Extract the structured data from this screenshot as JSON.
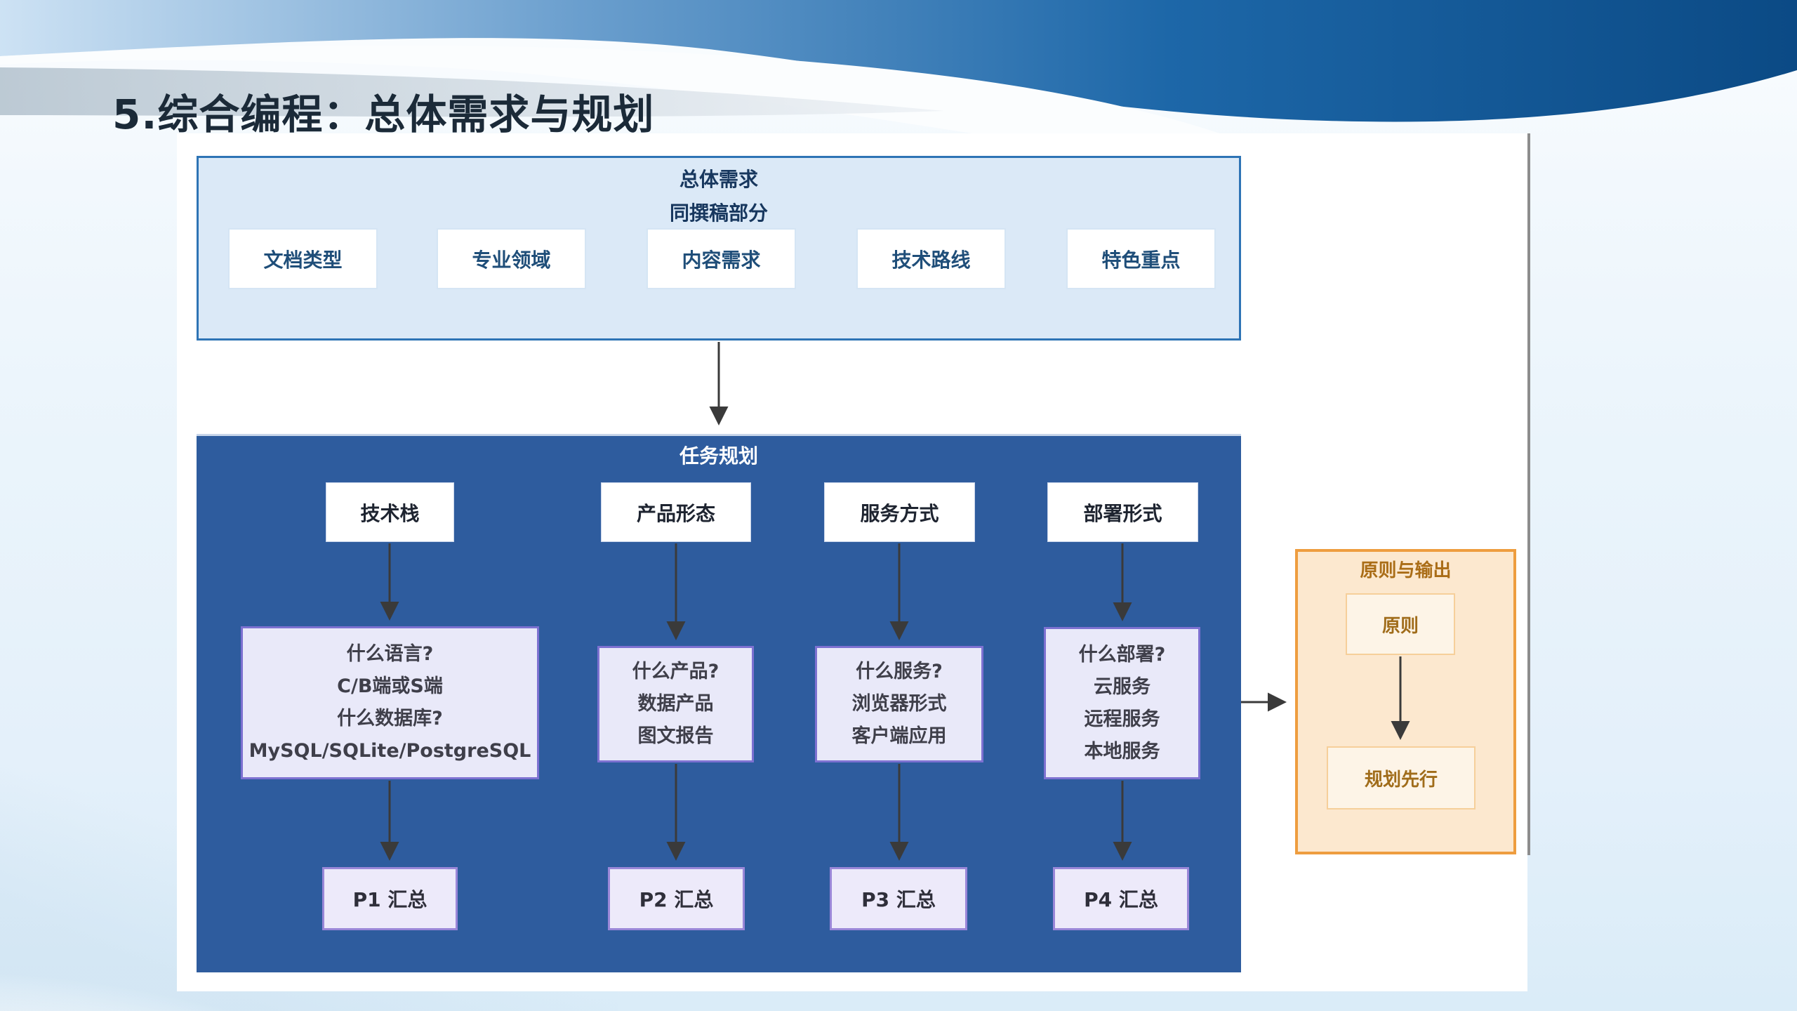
{
  "slide": {
    "title": "5.综合编程：总体需求与规划"
  },
  "requirements_box": {
    "title_line1": "总体需求",
    "title_line2": "同撰稿部分",
    "items": [
      "文档类型",
      "专业领域",
      "内容需求",
      "技术路线",
      "特色重点"
    ]
  },
  "planning_box": {
    "title": "任务规划",
    "columns": [
      {
        "header": "技术栈",
        "details": [
          "什么语言?",
          "C/B端或S端",
          "什么数据库?",
          "MySQL/SQLite/PostgreSQL"
        ],
        "summary": "P1 汇总"
      },
      {
        "header": "产品形态",
        "details": [
          "什么产品?",
          "数据产品",
          "图文报告"
        ],
        "summary": "P2 汇总"
      },
      {
        "header": "服务方式",
        "details": [
          "什么服务?",
          "浏览器形式",
          "客户端应用"
        ],
        "summary": "P3 汇总"
      },
      {
        "header": "部署形式",
        "details": [
          "什么部署?",
          "云服务",
          "远程服务",
          "本地服务"
        ],
        "summary": "P4 汇总"
      }
    ]
  },
  "principles_box": {
    "title": "原则与输出",
    "node1": "原则",
    "node2": "规划先行"
  },
  "colors": {
    "planning_fill": "#2e5c9e",
    "requirements_fill": "#dbe9f7",
    "requirements_border": "#2e74b5",
    "detail_fill": "#e9e9f9",
    "detail_border": "#7d71d1",
    "principles_fill": "#fce8cf",
    "principles_border": "#ee9d3f",
    "principles_text": "#a06c1a",
    "arrow": "#3a3a3a",
    "title_text": "#1b2a38"
  }
}
